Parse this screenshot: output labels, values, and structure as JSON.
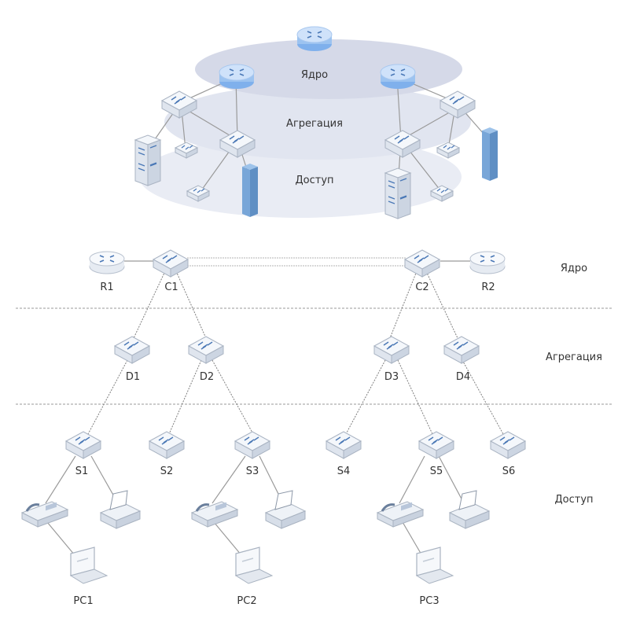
{
  "top_diagram": {
    "rings": {
      "core": "Ядро",
      "aggregation": "Агрегация",
      "access": "Доступ"
    }
  },
  "tiers": {
    "core": "Ядро",
    "aggregation": "Агрегация",
    "access": "Доступ"
  },
  "nodes": {
    "r1": "R1",
    "c1": "C1",
    "c2": "C2",
    "r2": "R2",
    "d1": "D1",
    "d2": "D2",
    "d3": "D3",
    "d4": "D4",
    "s1": "S1",
    "s2": "S2",
    "s3": "S3",
    "s4": "S4",
    "s5": "S5",
    "s6": "S6",
    "pc1": "PC1",
    "pc2": "PC2",
    "pc3": "PC3"
  },
  "colors": {
    "router_blue": "#9cc3f0",
    "switch_body": "#f4f7fb",
    "ring_fill": "#dfe3ef",
    "line": "#9a9a9a"
  }
}
